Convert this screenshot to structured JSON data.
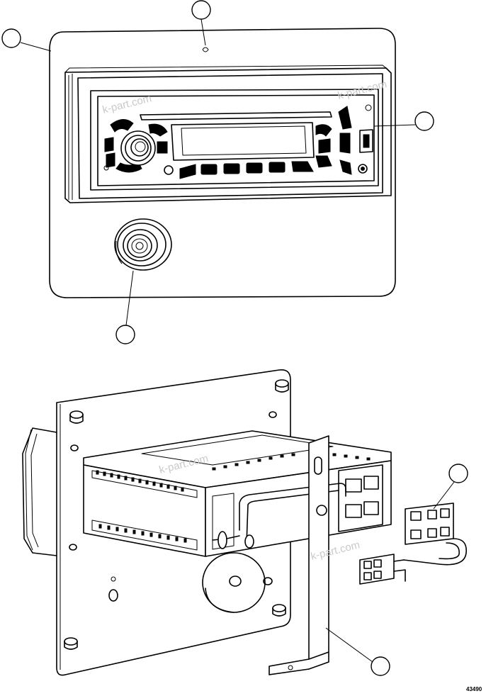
{
  "drawing": {
    "document_number": "43490",
    "watermark_text": "k-part.com",
    "callouts": [
      {
        "name": "callout-bezel-panel",
        "label": ""
      },
      {
        "name": "callout-panel-notch",
        "label": ""
      },
      {
        "name": "callout-radio-unit",
        "label": ""
      },
      {
        "name": "callout-speaker",
        "label": ""
      },
      {
        "name": "callout-wiring-connector",
        "label": ""
      },
      {
        "name": "callout-mounting-bracket",
        "label": ""
      }
    ]
  }
}
